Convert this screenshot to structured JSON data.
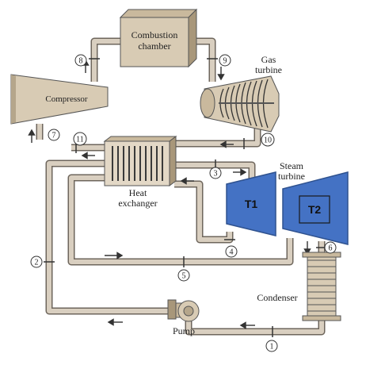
{
  "components": {
    "combustion_chamber": [
      "Combustion",
      "chamber"
    ],
    "gas_turbine": [
      "Gas",
      "turbine"
    ],
    "compressor": "Compressor",
    "heat_exchanger": [
      "Heat",
      "exchanger"
    ],
    "steam_turbine": [
      "Steam",
      "turbine"
    ],
    "turbine_1": "T1",
    "turbine_2": "T2",
    "condenser": "Condenser",
    "pump": "Pump"
  },
  "state_points": [
    "1",
    "2",
    "3",
    "4",
    "5",
    "6",
    "7",
    "8",
    "9",
    "10",
    "11"
  ],
  "colors": {
    "turbine_fill": "#4472c4",
    "turbine_stroke": "#2f528f",
    "pipe_fill": "#d9cfc0",
    "pipe_outline": "#6e665c",
    "equipment_fill": "#d8cbb4"
  }
}
